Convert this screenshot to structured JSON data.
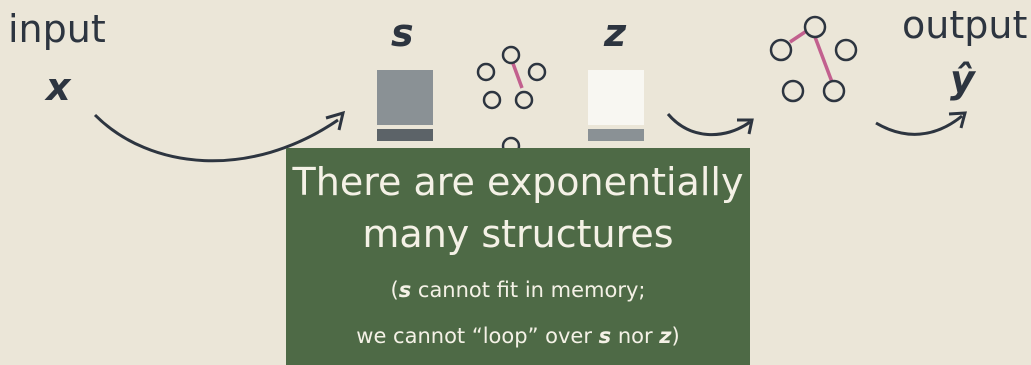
{
  "labels": {
    "input": "input",
    "input_var": "x",
    "s_var": "s",
    "z_var": "z",
    "output": "output",
    "output_var": "ŷ"
  },
  "callout": {
    "line1": "There are exponentially",
    "line2": "many structures",
    "note_open": "(",
    "note_s": "s",
    "note_rest": " cannot fit in memory;",
    "note2_pre": "we cannot “loop” over ",
    "note2_s": "s",
    "note2_mid": " nor ",
    "note2_z": "z",
    "note2_close": ")"
  },
  "colors": {
    "background": "#ebe6d8",
    "ink": "#2d3540",
    "callout_bg": "#4e6a46",
    "edge": "#c2608e",
    "s_block": "#8a9195",
    "s_bar": "#5c6368",
    "z_block": "#f8f7f2",
    "z_bar": "#8a9195"
  }
}
